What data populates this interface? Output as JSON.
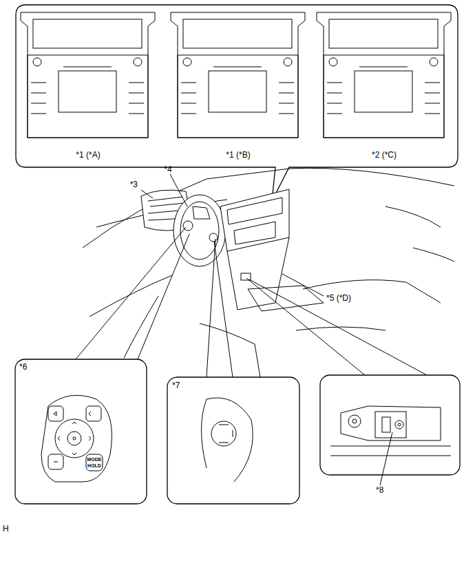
{
  "diagram": {
    "labels": [
      "*1 (*A)",
      "*1 (*B)",
      "*2 (*C)",
      "*3",
      "*4",
      "*5 (*D)",
      "*6",
      "*7",
      "*8",
      "MODE",
      "HOLD",
      "H"
    ]
  }
}
